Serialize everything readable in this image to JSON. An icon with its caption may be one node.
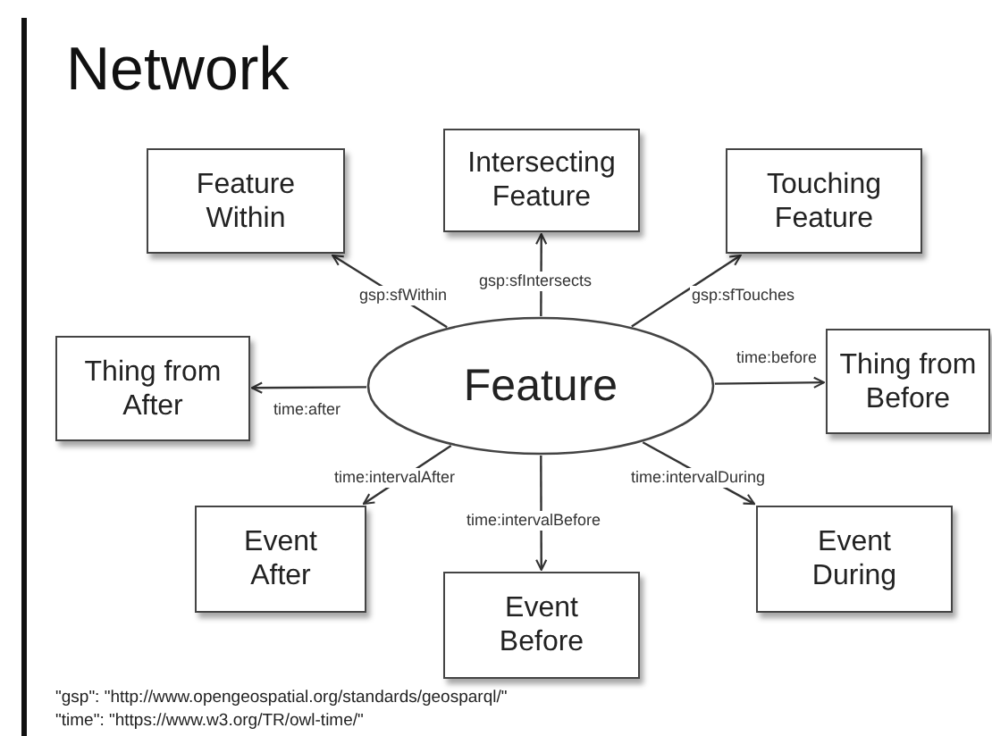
{
  "diagram": {
    "title": "Network",
    "nodes": [
      {
        "text": [
          "Feature Within"
        ]
      },
      {
        "text": [
          "Intersecting Feature"
        ]
      },
      {
        "text": [
          "Touching Feature"
        ]
      },
      {
        "text": [
          "Thing from After"
        ]
      },
      {
        "text": [
          "Feature"
        ]
      },
      {
        "text": [
          "Thing from Before"
        ]
      },
      {
        "text": [
          "Event After"
        ]
      },
      {
        "text": [
          "Event Before"
        ]
      },
      {
        "text": [
          "Event During"
        ]
      }
    ],
    "edges": [
      {
        "from": 4,
        "to": 0,
        "arrow": "to",
        "label": "gsp:sfWithin"
      },
      {
        "from": 4,
        "to": 1,
        "arrow": "to",
        "label": "gsp:sfIntersects"
      },
      {
        "from": 4,
        "to": 2,
        "arrow": "to",
        "label": "gsp:sfTouches"
      },
      {
        "from": 4,
        "to": 3,
        "arrow": "to",
        "label": "time:after"
      },
      {
        "from": 4,
        "to": 5,
        "arrow": "to",
        "label": "time:before"
      },
      {
        "from": 4,
        "to": 6,
        "arrow": "to",
        "label": "time:intervalAfter"
      },
      {
        "from": 4,
        "to": 7,
        "arrow": "to",
        "label": "time:intervalBefore"
      },
      {
        "from": 4,
        "to": 8,
        "arrow": "to",
        "label": "time:intervalDuring"
      }
    ],
    "labels": [
      "\"gsp\": \"http://www.opengeospatial.org/standards/geosparql/\"",
      "\"time\": \"https://www.w3.org/TR/owl-time/\""
    ]
  }
}
